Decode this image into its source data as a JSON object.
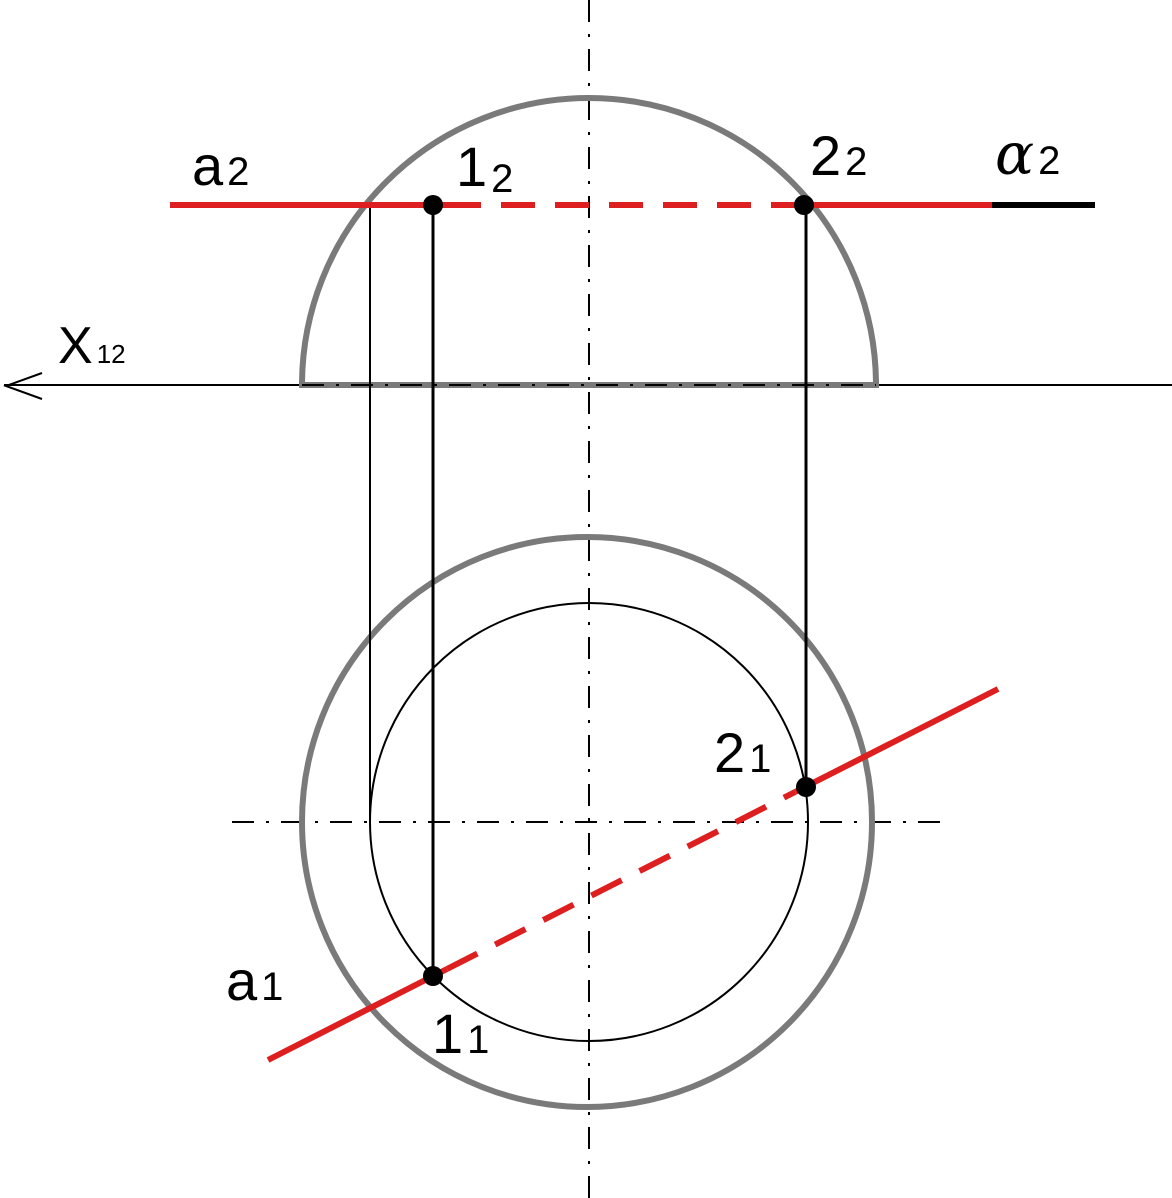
{
  "colors": {
    "body_outline": "#7a7a7a",
    "line_a": "#dd1f1f",
    "projection": "#000000",
    "axis": "#000000",
    "background": "#ffffff"
  },
  "labels": {
    "axis_x": {
      "main": "X",
      "sub": "12"
    },
    "a2": {
      "main": "a",
      "sub": "2"
    },
    "a1": {
      "main": "a",
      "sub": "1"
    },
    "p12": {
      "main": "1",
      "sub": "2"
    },
    "p22": {
      "main": "2",
      "sub": "2"
    },
    "p21": {
      "main": "2",
      "sub": "1"
    },
    "p11": {
      "main": "1",
      "sub": "1"
    },
    "alpha2": {
      "main": "α",
      "sub": "2"
    }
  }
}
